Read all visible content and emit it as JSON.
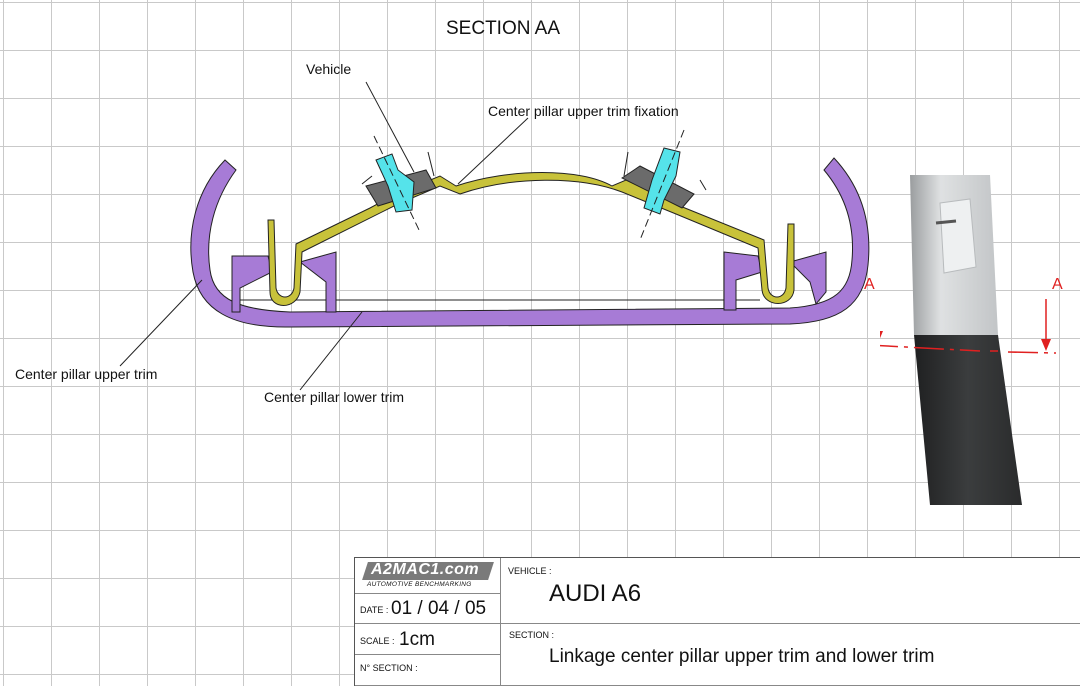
{
  "title": "SECTION AA",
  "labels": {
    "vehicle": "Vehicle",
    "fixation": "Center pillar upper trim fixation",
    "upper_trim": "Center pillar upper trim",
    "lower_trim": "Center pillar lower trim"
  },
  "photo": {
    "marker_left": "A",
    "marker_right": "A"
  },
  "colors": {
    "upper_trim": "#a77bd6",
    "lower_trim": "#c8c23a",
    "clip": "#55e3ea",
    "section_line": "#e02020"
  },
  "title_block": {
    "logo": "A2MAC1.com",
    "logo_sub": "AUTOMOTIVE BENCHMARKING",
    "date_label": "DATE :",
    "date_value": "01 / 04 / 05",
    "scale_label": "SCALE :",
    "scale_value": "1cm",
    "nsection_label": "N° SECTION :",
    "vehicle_label": "VEHICLE :",
    "vehicle_value": "AUDI A6",
    "section_label": "SECTION :",
    "section_value": "Linkage center pillar upper trim and lower trim"
  }
}
